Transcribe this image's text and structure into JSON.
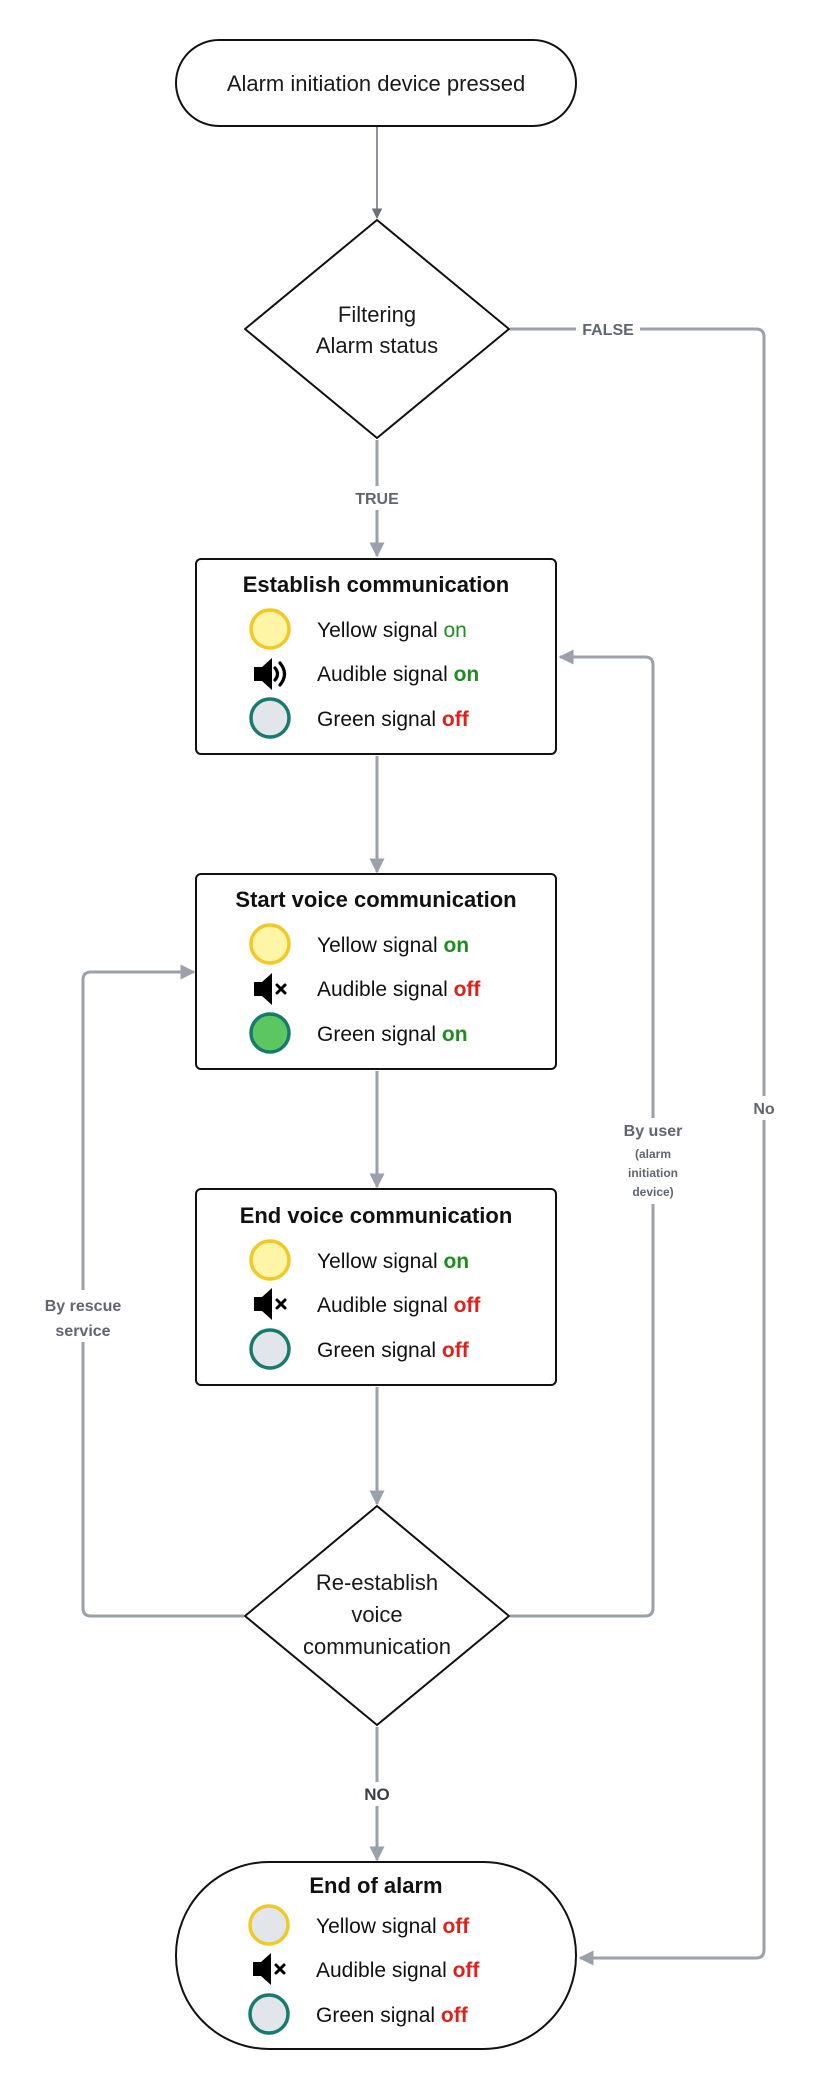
{
  "colors": {
    "edge": "#9aa1aa",
    "on": "#1e8c1e",
    "off": "#e0201b",
    "yellow_fill": "#fff5a6",
    "yellow_stroke": "#f2c824",
    "green_fill": "#5cc760",
    "grey_fill": "#e2e5e9",
    "teal_stroke": "#177a6e"
  },
  "nodes": {
    "start": {
      "label": "Alarm initiation device pressed"
    },
    "filter": {
      "line1": "Filtering",
      "line2": "Alarm status"
    },
    "establish": {
      "title": "Establish communication",
      "rows": [
        {
          "icon": "yellow-light-icon",
          "label": "Yellow signal",
          "state": "on",
          "state_style": "normal"
        },
        {
          "icon": "speaker-on-icon",
          "label": "Audible signal",
          "state": "on",
          "state_style": "bold"
        },
        {
          "icon": "green-light-off-icon",
          "label": "Green signal",
          "state": "off",
          "state_style": "bold"
        }
      ]
    },
    "start_voice": {
      "title": "Start voice communication",
      "rows": [
        {
          "icon": "yellow-light-icon",
          "label": "Yellow signal",
          "state": "on",
          "state_style": "bold"
        },
        {
          "icon": "speaker-muted-icon",
          "label": "Audible signal",
          "state": "off",
          "state_style": "bold"
        },
        {
          "icon": "green-light-on-icon",
          "label": "Green signal",
          "state": "on",
          "state_style": "bold"
        }
      ]
    },
    "end_voice": {
      "title": "End voice communication",
      "rows": [
        {
          "icon": "yellow-light-icon",
          "label": "Yellow signal",
          "state": "on",
          "state_style": "bold"
        },
        {
          "icon": "speaker-muted-icon",
          "label": "Audible signal",
          "state": "off",
          "state_style": "bold"
        },
        {
          "icon": "green-light-off-icon",
          "label": "Green signal",
          "state": "off",
          "state_style": "bold"
        }
      ]
    },
    "reestablish": {
      "line1": "Re-establish",
      "line2": "voice",
      "line3": "communication"
    },
    "end_alarm": {
      "title": "End of alarm",
      "rows": [
        {
          "icon": "yellow-light-off-icon",
          "label": "Yellow signal",
          "state": "off",
          "state_style": "bold"
        },
        {
          "icon": "speaker-muted-icon",
          "label": "Audible signal",
          "state": "off",
          "state_style": "bold"
        },
        {
          "icon": "green-light-off-icon",
          "label": "Green signal",
          "state": "off",
          "state_style": "bold"
        }
      ]
    }
  },
  "edges": {
    "false_label": "FALSE",
    "true_label": "TRUE",
    "no_label": "NO",
    "no_side_label": "No",
    "by_user_line1": "By user",
    "by_user_line2": "(alarm",
    "by_user_line3": "initiation",
    "by_user_line4": "device)",
    "by_rescue_line1": "By rescue",
    "by_rescue_line2": "service"
  }
}
